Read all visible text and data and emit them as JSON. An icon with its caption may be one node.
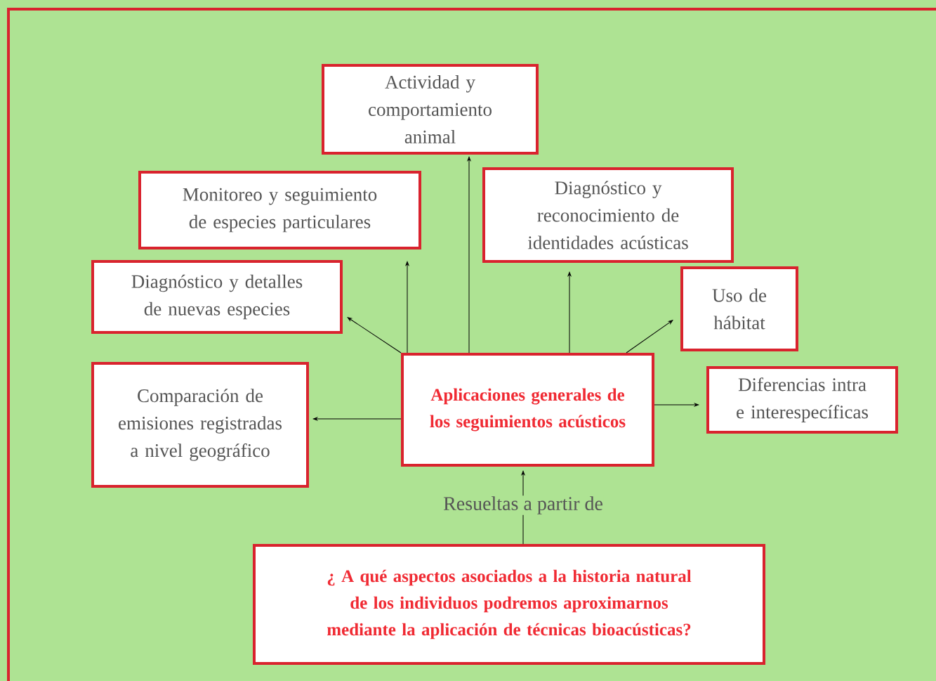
{
  "diagram": {
    "nodes": [
      {
        "text": [
          "Aplicaciones generales de los seguimientos acústicos"
        ]
      },
      {
        "text": [
          "Actividad y comportamiento animal"
        ]
      },
      {
        "text": [
          "Monitoreo y seguimiento de especies particulares"
        ]
      },
      {
        "text": [
          "Diagnóstico y reconocimiento de identidades acústicas"
        ]
      },
      {
        "text": [
          "Diagnóstico y detalles de nuevas especies"
        ]
      },
      {
        "text": [
          "Uso de hábitat"
        ]
      },
      {
        "text": [
          "Comparación de emisiones registradas a nivel geográfico"
        ]
      },
      {
        "text": [
          "Diferencias intra e interespecíficas"
        ]
      },
      {
        "text": [
          "¿ A qué aspectos asociados a la historia natural de los individuos podremos aproximarnos mediante la aplicación de técnicas bioacústicas?"
        ]
      }
    ],
    "edges": [
      {
        "from": 0,
        "to": 1,
        "arrow": "to"
      },
      {
        "from": 0,
        "to": 2,
        "arrow": "to"
      },
      {
        "from": 0,
        "to": 3,
        "arrow": "to"
      },
      {
        "from": 0,
        "to": 4,
        "arrow": "to"
      },
      {
        "from": 0,
        "to": 5,
        "arrow": "to"
      },
      {
        "from": 0,
        "to": 6,
        "arrow": "to"
      },
      {
        "from": 0,
        "to": 7,
        "arrow": "to"
      },
      {
        "from": 8,
        "to": 0,
        "arrow": "to",
        "label": "Resueltas a partir de"
      }
    ]
  }
}
